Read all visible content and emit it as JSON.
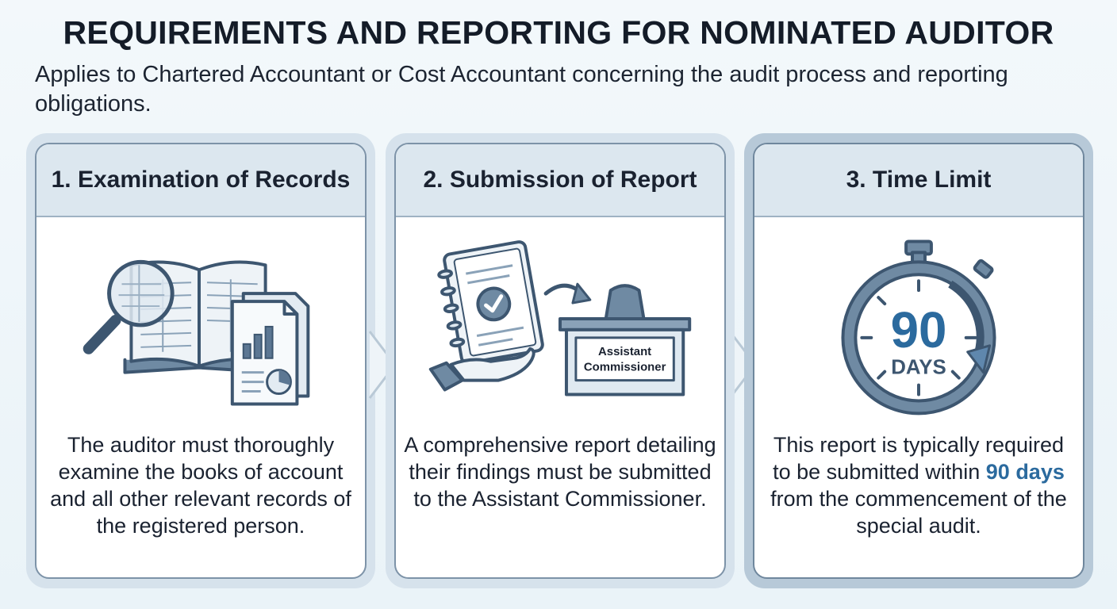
{
  "title": "REQUIREMENTS AND REPORTING FOR NOMINATED AUDITOR",
  "subtitle": "Applies to Chartered Accountant or Cost Accountant concerning the audit process and reporting obligations.",
  "colors": {
    "accent": "#2b6a9e",
    "icon_stroke": "#3d5670",
    "icon_fill": "#6f8aa3",
    "header_bg": "#dce7ef"
  },
  "cards": [
    {
      "heading": "1. Examination of Records",
      "icon": "magnifier-ledger-report-icon",
      "text": "The auditor must thoroughly examine the books of account and all other relevant records of the registered person."
    },
    {
      "heading": "2. Submission of Report",
      "icon": "report-handover-to-desk-icon",
      "desk_label_line1": "Assistant",
      "desk_label_line2": "Commissioner",
      "text": "A comprehensive report detailing their findings must be submitted to the Assistant Commissioner."
    },
    {
      "heading": "3. Time Limit",
      "icon": "stopwatch-icon",
      "timer_value": "90",
      "timer_unit": "DAYS",
      "text_before": "This report is typically required to be submitted within ",
      "text_highlight": "90 days",
      "text_after": " from the commencement of the special audit."
    }
  ]
}
